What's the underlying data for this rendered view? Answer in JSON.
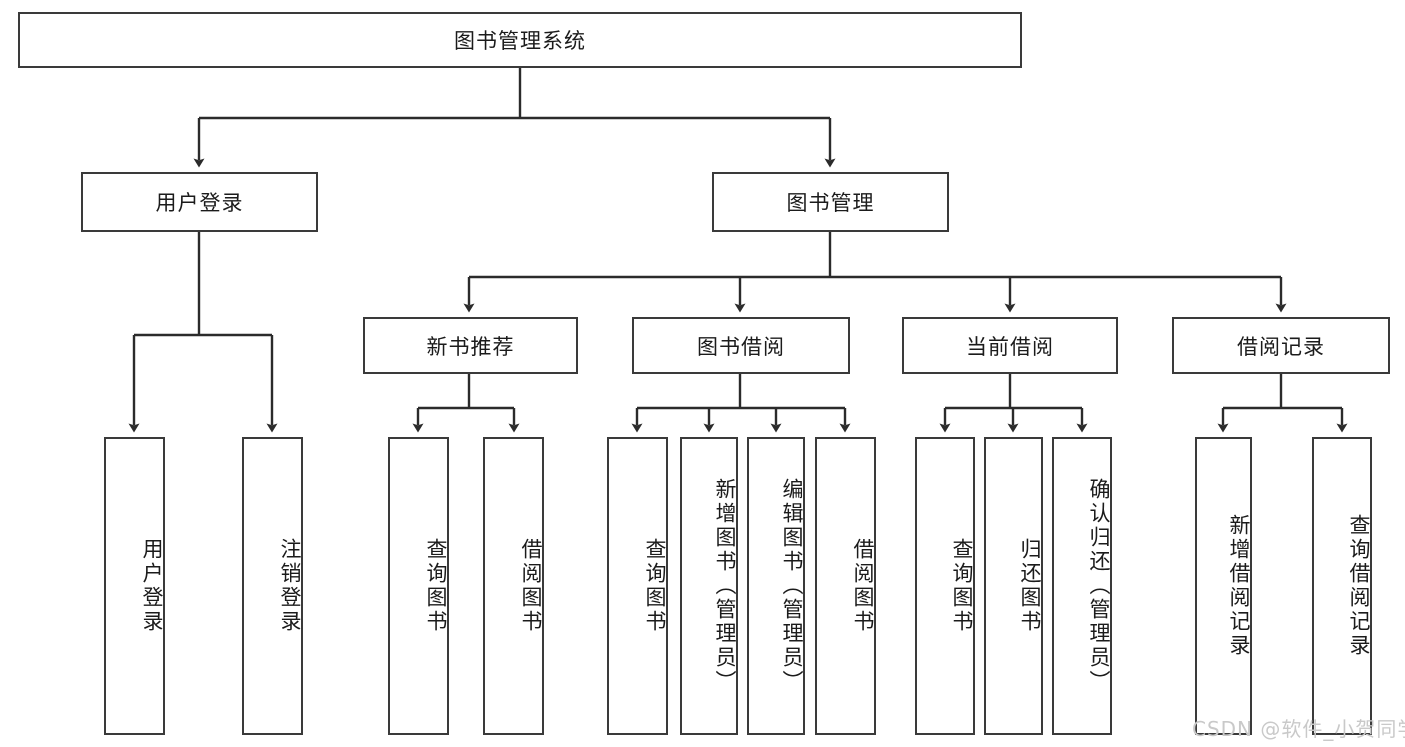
{
  "diagram": {
    "type": "tree",
    "title": "图书管理系统",
    "style": {
      "background": "#ffffff",
      "box_border": "#3a3a3a",
      "box_fill": "#ffffff",
      "text_color": "#1b1b1b",
      "edge_color": "#2b2b2b",
      "watermark_color": "#c9c9c9"
    },
    "root": {
      "label": "图书管理系统"
    },
    "level2": [
      {
        "label": "用户登录"
      },
      {
        "label": "图书管理"
      }
    ],
    "level3": [
      {
        "label": "新书推荐"
      },
      {
        "label": "图书借阅"
      },
      {
        "label": "当前借阅"
      },
      {
        "label": "借阅记录"
      }
    ],
    "leaves": {
      "user_login": [
        {
          "label": "用户登录"
        },
        {
          "label": "注销登录"
        }
      ],
      "new_book_recommend": [
        {
          "label": "查询图书"
        },
        {
          "label": "借阅图书"
        }
      ],
      "book_borrow": [
        {
          "label": "查询图书"
        },
        {
          "label": "新增图书（管理员）"
        },
        {
          "label": "编辑图书（管理员）"
        },
        {
          "label": "借阅图书"
        }
      ],
      "current_borrow": [
        {
          "label": "查询图书"
        },
        {
          "label": "归还图书"
        },
        {
          "label": "确认归还（管理员）"
        }
      ],
      "borrow_record": [
        {
          "label": "新增借阅记录"
        },
        {
          "label": "查询借阅记录"
        }
      ]
    }
  },
  "watermark": {
    "text": "CSDN @软件_小贺同学"
  }
}
